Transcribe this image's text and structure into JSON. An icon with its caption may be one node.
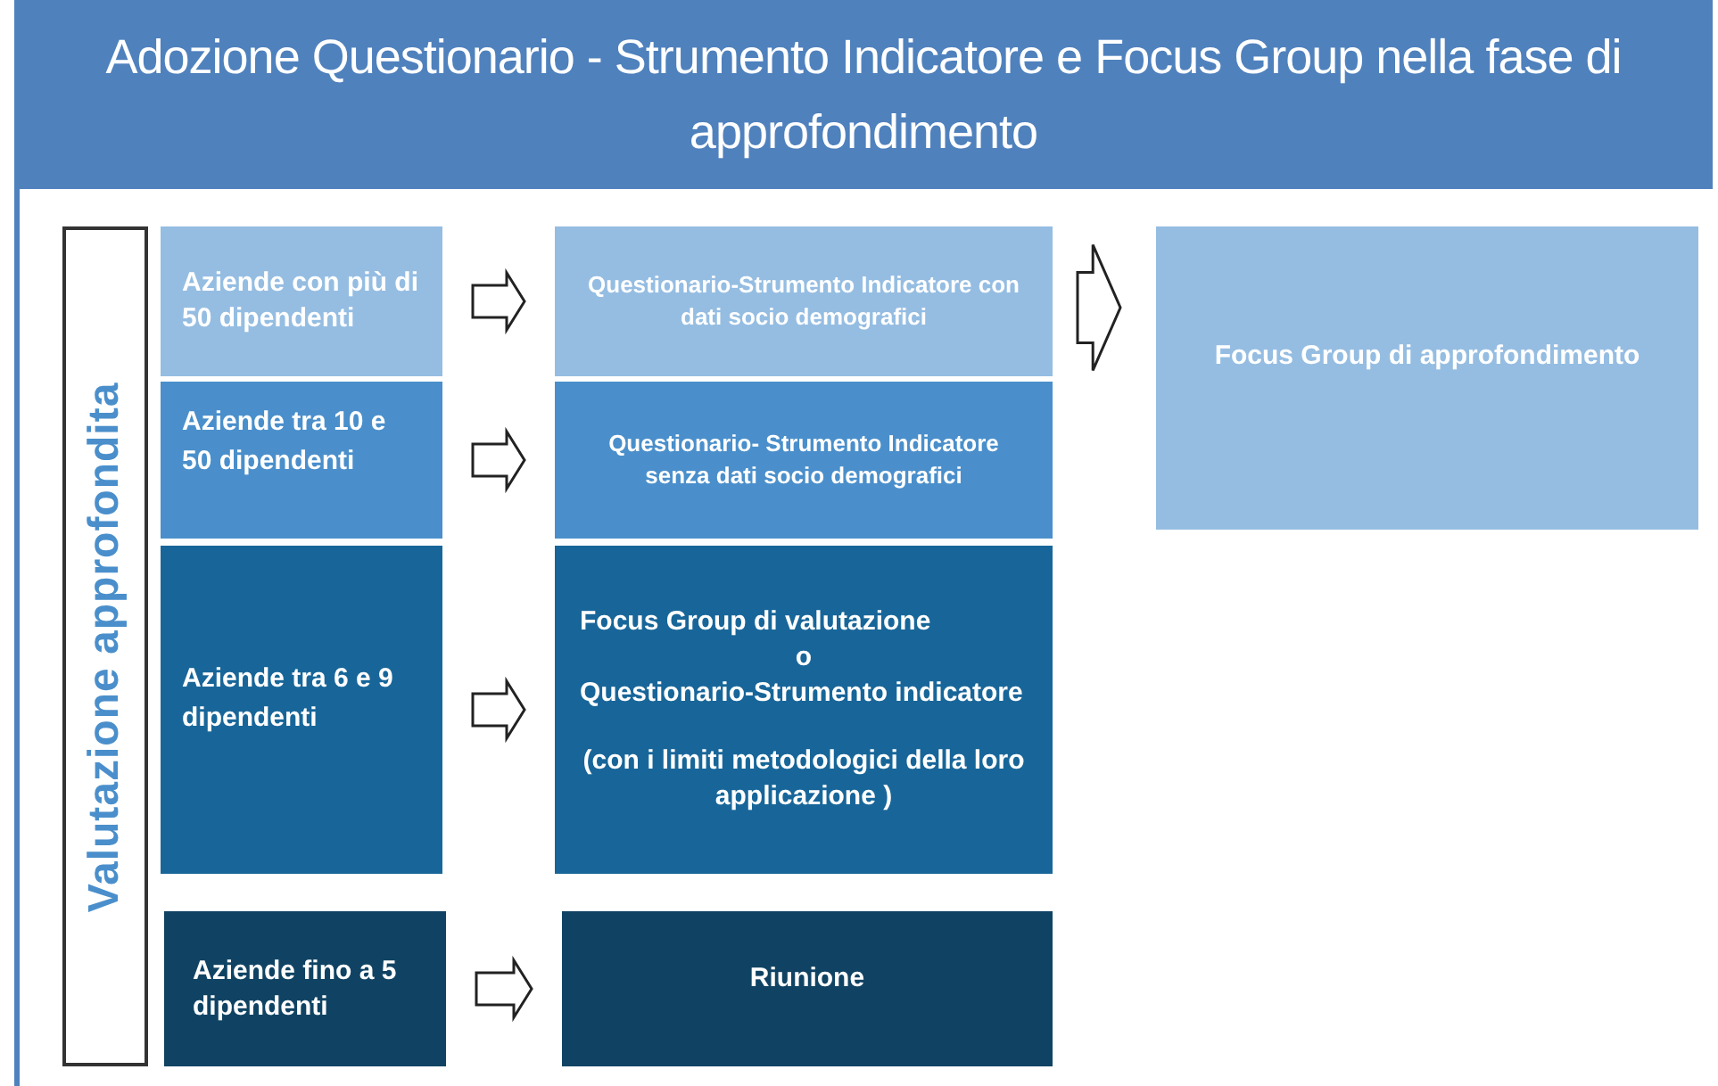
{
  "diagram": {
    "title": "Adozione Questionario - Strumento Indicatore e Focus Group nella fase di approfondimento",
    "nodes": [
      {
        "text": [
          "Valutazione approfondita"
        ]
      },
      {
        "text": [
          "Aziende con più di 50 dipendenti"
        ]
      },
      {
        "text": [
          "Aziende tra 10 e 50 dipendenti"
        ]
      },
      {
        "text": [
          "Aziende tra 6 e 9 dipendenti"
        ]
      },
      {
        "text": [
          "Aziende fino a 5 dipendenti"
        ]
      },
      {
        "text": [
          "Questionario-Strumento Indicatore con dati socio demografici"
        ]
      },
      {
        "text": [
          "Questionario- Strumento Indicatore senza dati socio demografici"
        ]
      },
      {
        "text": [
          "Focus Group di valutazione",
          "o",
          "Questionario-Strumento indicatore",
          "(con i limiti metodologici della loro applicazione )"
        ]
      },
      {
        "text": [
          "Riunione"
        ]
      },
      {
        "text": [
          "Focus Group di approfondimento"
        ]
      }
    ],
    "edges": [
      {
        "from": 1,
        "to": 5,
        "arrow": "to"
      },
      {
        "from": 2,
        "to": 6,
        "arrow": "to"
      },
      {
        "from": 3,
        "to": 7,
        "arrow": "to"
      },
      {
        "from": 4,
        "to": 8,
        "arrow": "to"
      },
      {
        "from": 5,
        "to": 9,
        "arrow": "to"
      },
      {
        "from": 6,
        "to": 9,
        "arrow": "to"
      }
    ]
  }
}
